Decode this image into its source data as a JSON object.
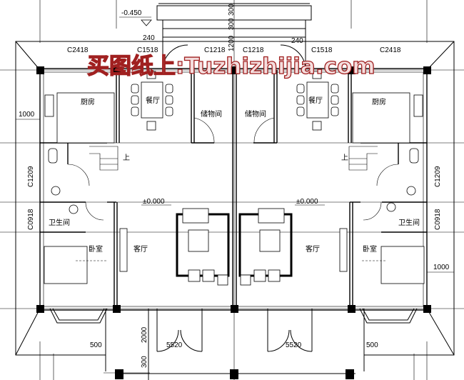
{
  "watermark": "买图纸上:Tuzhizhijia.com",
  "colors": {
    "lines": "#000000",
    "watermark": "#a02020",
    "background": "#ffffff"
  },
  "elevations": {
    "outdoor": "-0.450",
    "indoor_left": "±0.000",
    "indoor_right": "±0.000"
  },
  "windows": {
    "left_kitchen": "C2418",
    "left_dining": "C1518",
    "left_storage": "C1218",
    "right_storage": "C1218",
    "right_dining": "C1518",
    "right_kitchen": "C2418",
    "left_c1209": "C1209",
    "right_c1209": "C1209",
    "left_c0918": "C0918",
    "right_c0918": "C0918"
  },
  "rooms": {
    "left_kitchen": "厨房",
    "left_dining": "餐厅",
    "left_storage": "储物间",
    "right_storage": "储物间",
    "right_dining": "餐厅",
    "right_kitchen": "厨房",
    "left_stair": "上",
    "right_stair": "上",
    "left_bath": "卫生间",
    "right_bath": "卫生间",
    "left_bedroom": "卧室",
    "right_bedroom": "卧室",
    "left_living": "客厅",
    "right_living": "客厅"
  },
  "dimensions": {
    "top_240_left": "240",
    "top_240_right": "240",
    "top_300_a": "300",
    "top_300_b": "300",
    "top_1200": "1200",
    "left_1000": "1000",
    "right_1000": "1000",
    "bottom_500_left": "500",
    "bottom_5520_left": "5520",
    "bottom_5520_right": "5520",
    "bottom_500_right": "500",
    "bottom_2000": "2000",
    "bottom_300": "300"
  }
}
